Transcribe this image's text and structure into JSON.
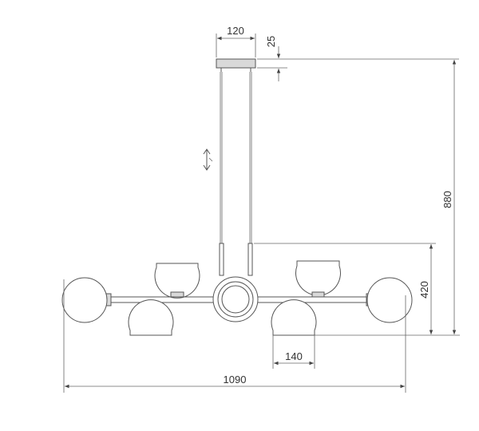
{
  "dimensions": {
    "canopy_width": "120",
    "canopy_height": "25",
    "total_height": "880",
    "body_height": "420",
    "shade_width": "140",
    "total_width": "1090"
  },
  "colors": {
    "line": "#555555",
    "shade_fill": "#d9d9d9",
    "background": "#ffffff"
  },
  "icons": {
    "adjustable_cable": "up-down-arrow-icon"
  }
}
